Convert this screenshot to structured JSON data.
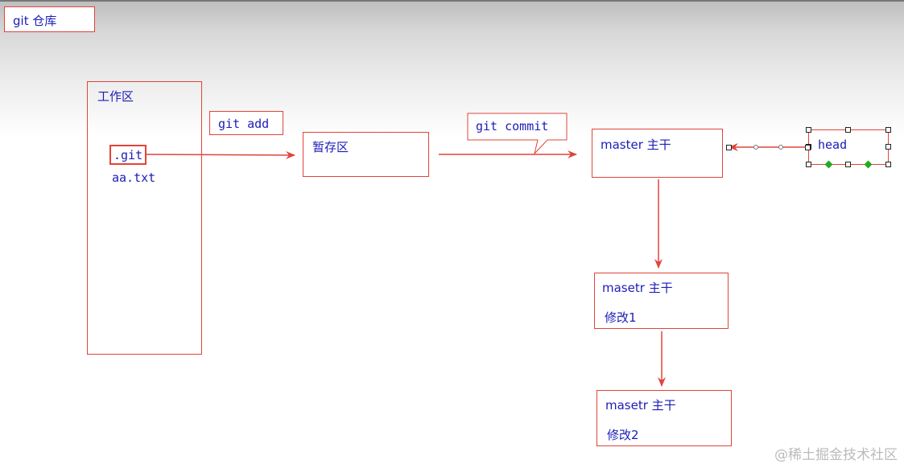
{
  "title": "git 仓库",
  "workspace": {
    "title": "工作区",
    "files": [
      ".git",
      "aa.txt"
    ]
  },
  "edges": {
    "add_label": "git add",
    "commit_label": "git commit"
  },
  "staging": {
    "title": "暂存区"
  },
  "master": {
    "title": "master 主干"
  },
  "head": {
    "label": "head"
  },
  "rev1": {
    "title": "masetr 主干",
    "note": "修改1"
  },
  "rev2": {
    "title": "masetr 主干",
    "note": "修改2"
  },
  "watermark": "@稀土掘金技术社区",
  "colors": {
    "border": "#e0443a",
    "text": "#1c1cb8",
    "arrow": "#e0443a"
  }
}
